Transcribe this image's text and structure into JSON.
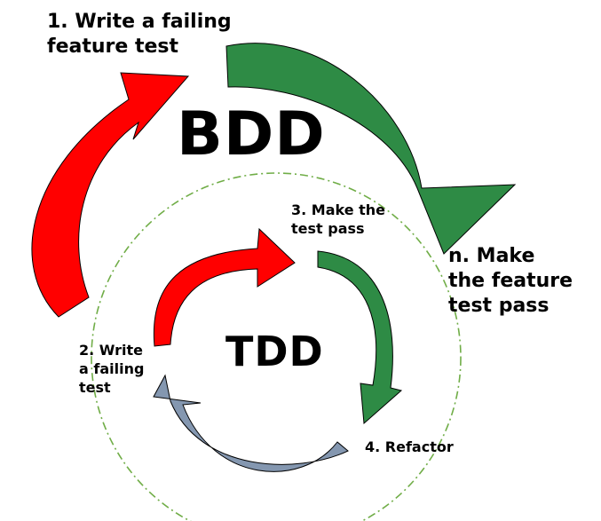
{
  "titles": {
    "outer": "BDD",
    "inner": "TDD"
  },
  "outer_cycle": {
    "step1": [
      "1. Write a failing",
      "feature test"
    ],
    "stepn": [
      "n. Make",
      "the feature",
      "test pass"
    ]
  },
  "inner_cycle": {
    "step2": [
      "2. Write",
      "a failing",
      "test"
    ],
    "step3": [
      "3. Make the",
      "test pass"
    ],
    "step4": "4. Refactor"
  },
  "colors": {
    "red_arrow": "#ff0000",
    "green_arrow": "#2e8b45",
    "blue_arrow": "#8497b0",
    "inner_circle": "#70ad47",
    "outline": "#000000"
  }
}
